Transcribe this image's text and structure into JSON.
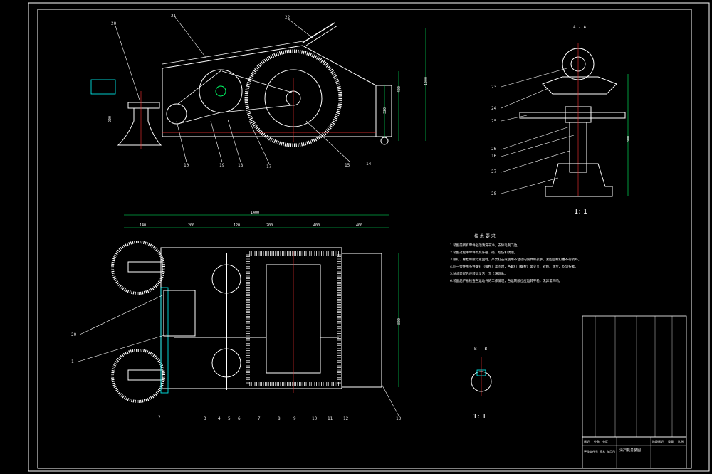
{
  "drawing": {
    "section_label": "A - A",
    "section_mark": "B - B",
    "scale_top": "1: 1",
    "scale_bottom": "1: 1",
    "overall_length": "1400",
    "segment_dims": [
      "140",
      "200",
      "120",
      "200",
      "400",
      "400"
    ],
    "height_dim_side": "1000",
    "height_dim_side_2": "400",
    "height_dim_side_3": "320",
    "height_dim_left": "200",
    "height_dim_right_section": "300",
    "width_dim_plan": "800",
    "callouts_side": [
      "20",
      "21",
      "22",
      "10",
      "19",
      "18",
      "17",
      "15",
      "14"
    ],
    "callouts_section": [
      "23",
      "24",
      "25",
      "26",
      "16",
      "27",
      "28"
    ],
    "callouts_plan": [
      "20",
      "1",
      "2",
      "3",
      "4",
      "5",
      "6",
      "7",
      "8",
      "9",
      "10",
      "11",
      "12",
      "13"
    ]
  },
  "notes": {
    "title": "技 术 要 求",
    "lines": [
      "1.装配前所有零件必须清洗干净，去除毛刺飞边。",
      "2.装配过程中零件不允许磕、碰、划伤和锈蚀。",
      "3.螺钉、螺栓和螺母紧固时，严禁打击或使用不合适的旋具和扳手，紧固后螺钉槽不得损坏。",
      "4.同一零件用多件螺钉（螺栓）紧固时，各螺钉（螺栓）需交叉、对称、逐步、均匀拧紧。",
      "5.轴承装配后应转动灵活，无卡滞现象。",
      "6.装配后严格检查各运动件的工作情况，各运转部位应运转平稳，无异常声响。"
    ]
  },
  "title_block": {
    "drawing_name": "清扫机总装图",
    "row_labels": [
      "标记",
      "处数",
      "分区",
      "更改文件号",
      "签名",
      "年月日"
    ],
    "right_labels": [
      "阶段标记",
      "重量",
      "比例"
    ]
  }
}
